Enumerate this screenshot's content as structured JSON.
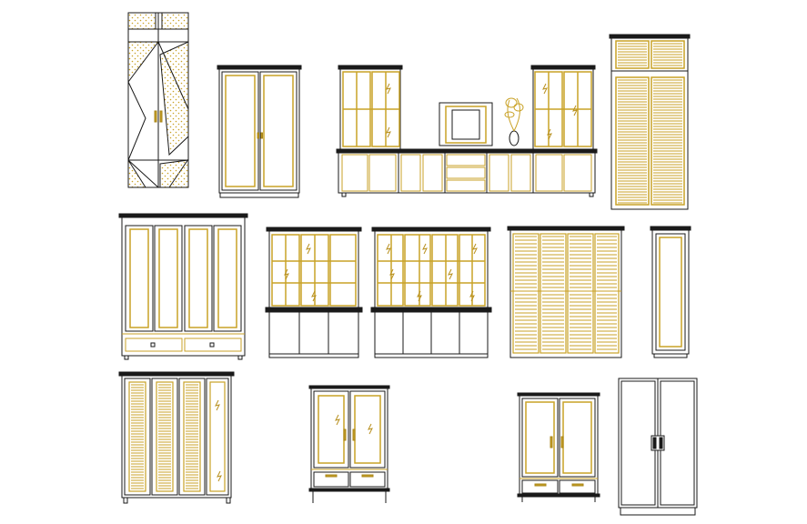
{
  "title": "",
  "colors": {
    "background": "#ffffff",
    "outline": "#1a1a1a",
    "gold": "#c9a227",
    "gold_dark": "#a88417",
    "glass_mark": "#b8901f"
  },
  "items": [
    {
      "id": "wardrobe-geometric",
      "style": "geometric-panel"
    },
    {
      "id": "wardrobe-two-door-plain",
      "style": "two-door-panel"
    },
    {
      "id": "tv-unit-with-glass-cabinets",
      "style": "tv-unit"
    },
    {
      "id": "wardrobe-louvered-tall",
      "style": "louvered-with-top"
    },
    {
      "id": "wardrobe-four-door-drawers",
      "style": "four-door-drawers"
    },
    {
      "id": "cabinet-glass-three",
      "style": "glass-hutch-3"
    },
    {
      "id": "cabinet-glass-four",
      "style": "glass-hutch-4"
    },
    {
      "id": "wardrobe-louvered-four",
      "style": "louvered-4"
    },
    {
      "id": "cabinet-single-narrow",
      "style": "single-narrow"
    },
    {
      "id": "wardrobe-louvered-mirror",
      "style": "louvered-3-mirror"
    },
    {
      "id": "cabinet-glass-two-drawers",
      "style": "glass-2-drawers"
    },
    {
      "id": "wardrobe-two-door-drawers",
      "style": "two-door-drawers"
    },
    {
      "id": "wardrobe-two-door-simple",
      "style": "two-door-simple"
    }
  ]
}
